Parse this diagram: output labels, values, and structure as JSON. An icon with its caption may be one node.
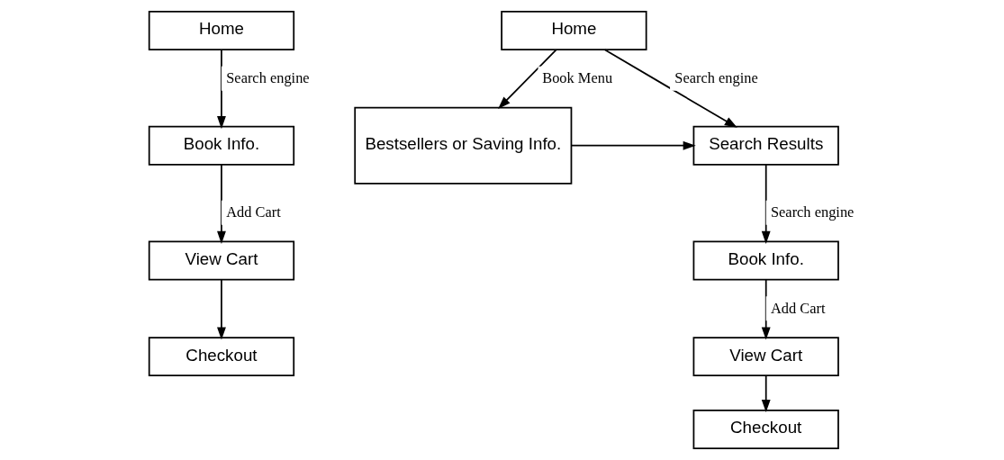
{
  "diagram": {
    "nodes": [
      {
        "text": [
          "Home"
        ]
      },
      {
        "text": [
          "Book Info."
        ]
      },
      {
        "text": [
          "View Cart"
        ]
      },
      {
        "text": [
          "Checkout"
        ]
      },
      {
        "text": [
          "Home"
        ]
      },
      {
        "text": [
          "Search Results"
        ]
      },
      {
        "text": [
          "Bestsellers or Saving Info."
        ]
      },
      {
        "text": [
          "Book Info."
        ]
      },
      {
        "text": [
          "View Cart"
        ]
      },
      {
        "text": [
          "Checkout"
        ]
      }
    ],
    "edges": [
      {
        "from": 0,
        "to": 1,
        "arrow": "to",
        "label": "Search engine"
      },
      {
        "from": 1,
        "to": 2,
        "arrow": "to",
        "label": "Add Cart"
      },
      {
        "from": 2,
        "to": 3,
        "arrow": "to"
      },
      {
        "from": 4,
        "to": 5,
        "arrow": "to",
        "label": "Search engine"
      },
      {
        "from": 4,
        "to": 6,
        "arrow": "to",
        "label": "Book Menu"
      },
      {
        "from": 6,
        "to": 5,
        "arrow": "to"
      },
      {
        "from": 5,
        "to": 7,
        "arrow": "to",
        "label": "Search engine"
      },
      {
        "from": 7,
        "to": 8,
        "arrow": "to",
        "label": "Add Cart"
      },
      {
        "from": 8,
        "to": 9,
        "arrow": "to"
      }
    ]
  }
}
